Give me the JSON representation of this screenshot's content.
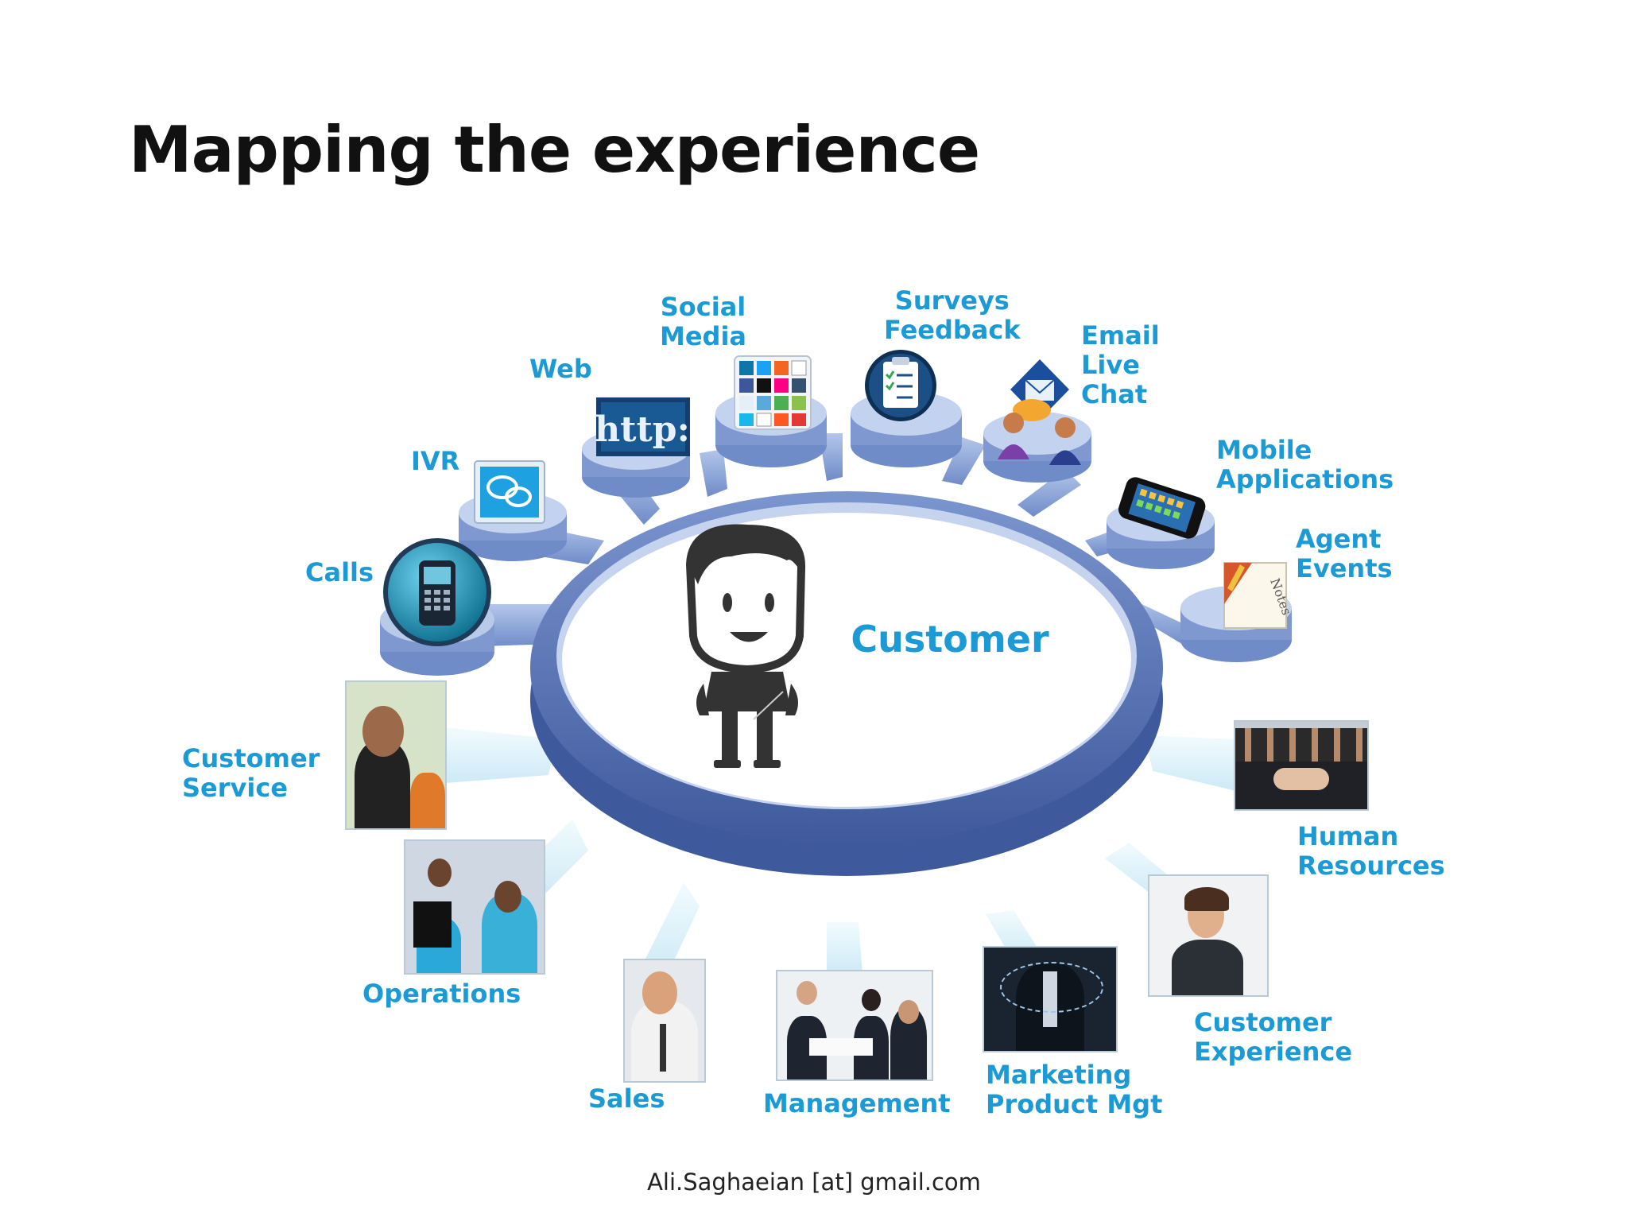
{
  "title": "Mapping the experience",
  "center_label": "Customer",
  "channels": [
    {
      "id": "calls",
      "lines": [
        "Calls"
      ],
      "icon": "phone-icon"
    },
    {
      "id": "ivr",
      "lines": [
        "IVR"
      ],
      "icon": "speech-bubbles-icon"
    },
    {
      "id": "web",
      "lines": [
        "Web"
      ],
      "icon": "http-icon"
    },
    {
      "id": "social",
      "lines": [
        "Social",
        "Media"
      ],
      "icon": "social-media-grid-icon"
    },
    {
      "id": "surveys",
      "lines": [
        "Surveys",
        "Feedback"
      ],
      "icon": "clipboard-checklist-icon"
    },
    {
      "id": "email",
      "lines": [
        "Email",
        "Live",
        "Chat"
      ],
      "icon": "email-chat-users-icon"
    },
    {
      "id": "mobile",
      "lines": [
        "Mobile",
        "Applications"
      ],
      "icon": "smartphone-icon"
    },
    {
      "id": "agent",
      "lines": [
        "Agent",
        "Events"
      ],
      "icon": "notes-icon"
    }
  ],
  "departments": [
    {
      "id": "customer-service",
      "lines": [
        "Customer",
        "Service"
      ]
    },
    {
      "id": "operations",
      "lines": [
        "Operations"
      ]
    },
    {
      "id": "sales",
      "lines": [
        "Sales"
      ]
    },
    {
      "id": "management",
      "lines": [
        "Management"
      ]
    },
    {
      "id": "marketing",
      "lines": [
        "Marketing",
        "Product Mgt"
      ]
    },
    {
      "id": "customer-experience",
      "lines": [
        "Customer",
        "Experience"
      ]
    },
    {
      "id": "human-resources",
      "lines": [
        "Human",
        "Resources"
      ]
    }
  ],
  "footer": "Ali.Saghaeian [at] gmail.com",
  "colors": {
    "label": "#1b9ad6",
    "ring": "#5d78b8",
    "ring_dark": "#3f5a9c",
    "pedestal": "#8aa3d6",
    "spoke": "#dff3fb"
  }
}
